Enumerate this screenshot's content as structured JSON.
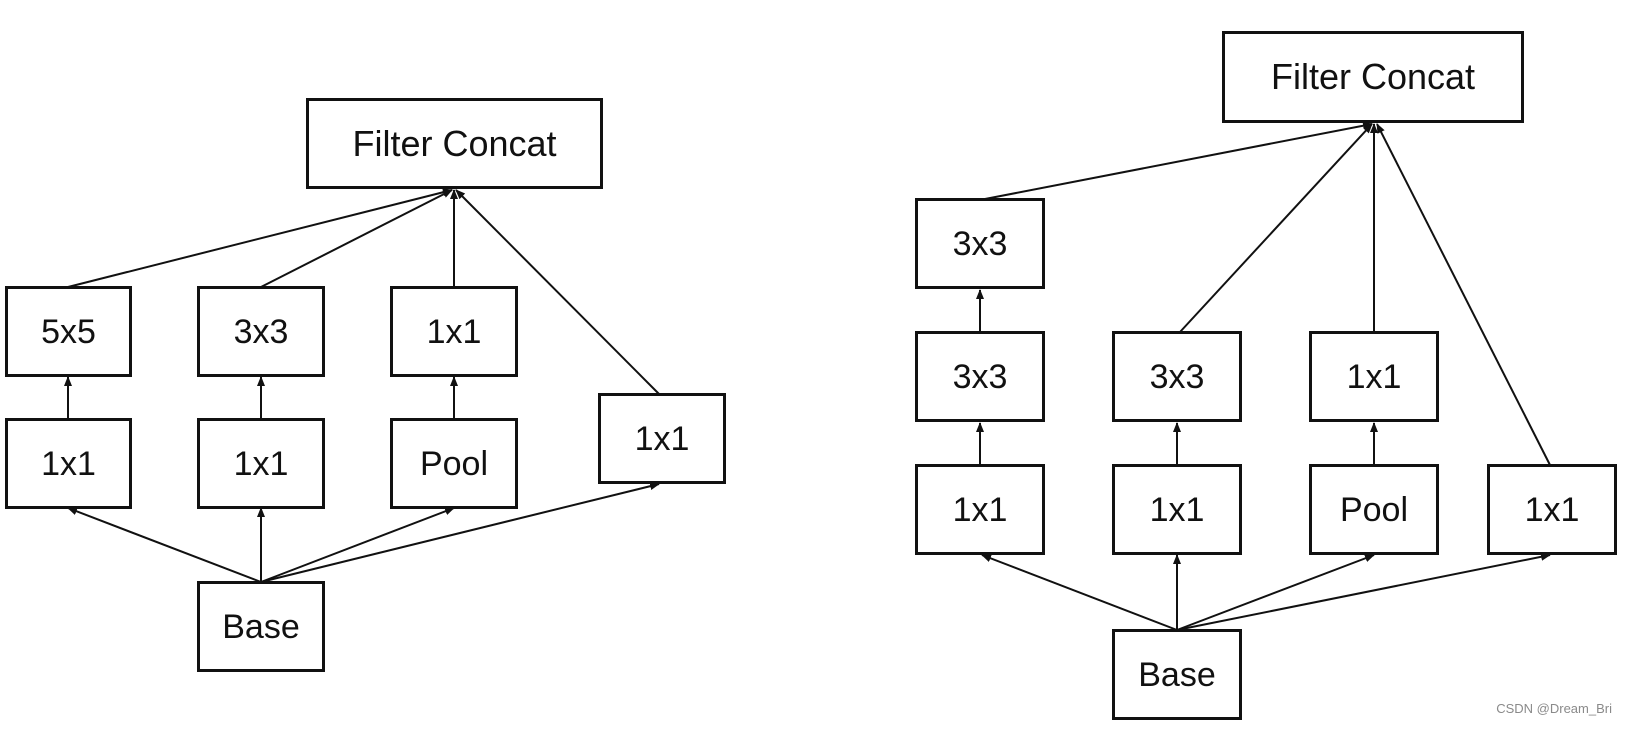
{
  "colors": {
    "stroke": "#111111",
    "background": "#ffffff",
    "watermark": "#8a8a8a"
  },
  "watermark": "CSDN @Dream_Bri",
  "diagrams": [
    {
      "nodes": {
        "concat": "Filter Concat",
        "b1_top": "5x5",
        "b1_bottom": "1x1",
        "b2_top": "3x3",
        "b2_bottom": "1x1",
        "b3_top": "1x1",
        "b3_bottom": "Pool",
        "b4": "1x1",
        "base": "Base"
      }
    },
    {
      "nodes": {
        "concat": "Filter Concat",
        "b1_top": "3x3",
        "b1_mid": "3x3",
        "b1_bottom": "1x1",
        "b2_top": "3x3",
        "b2_bottom": "1x1",
        "b3_top": "1x1",
        "b3_bottom": "Pool",
        "b4": "1x1",
        "base": "Base"
      }
    }
  ]
}
